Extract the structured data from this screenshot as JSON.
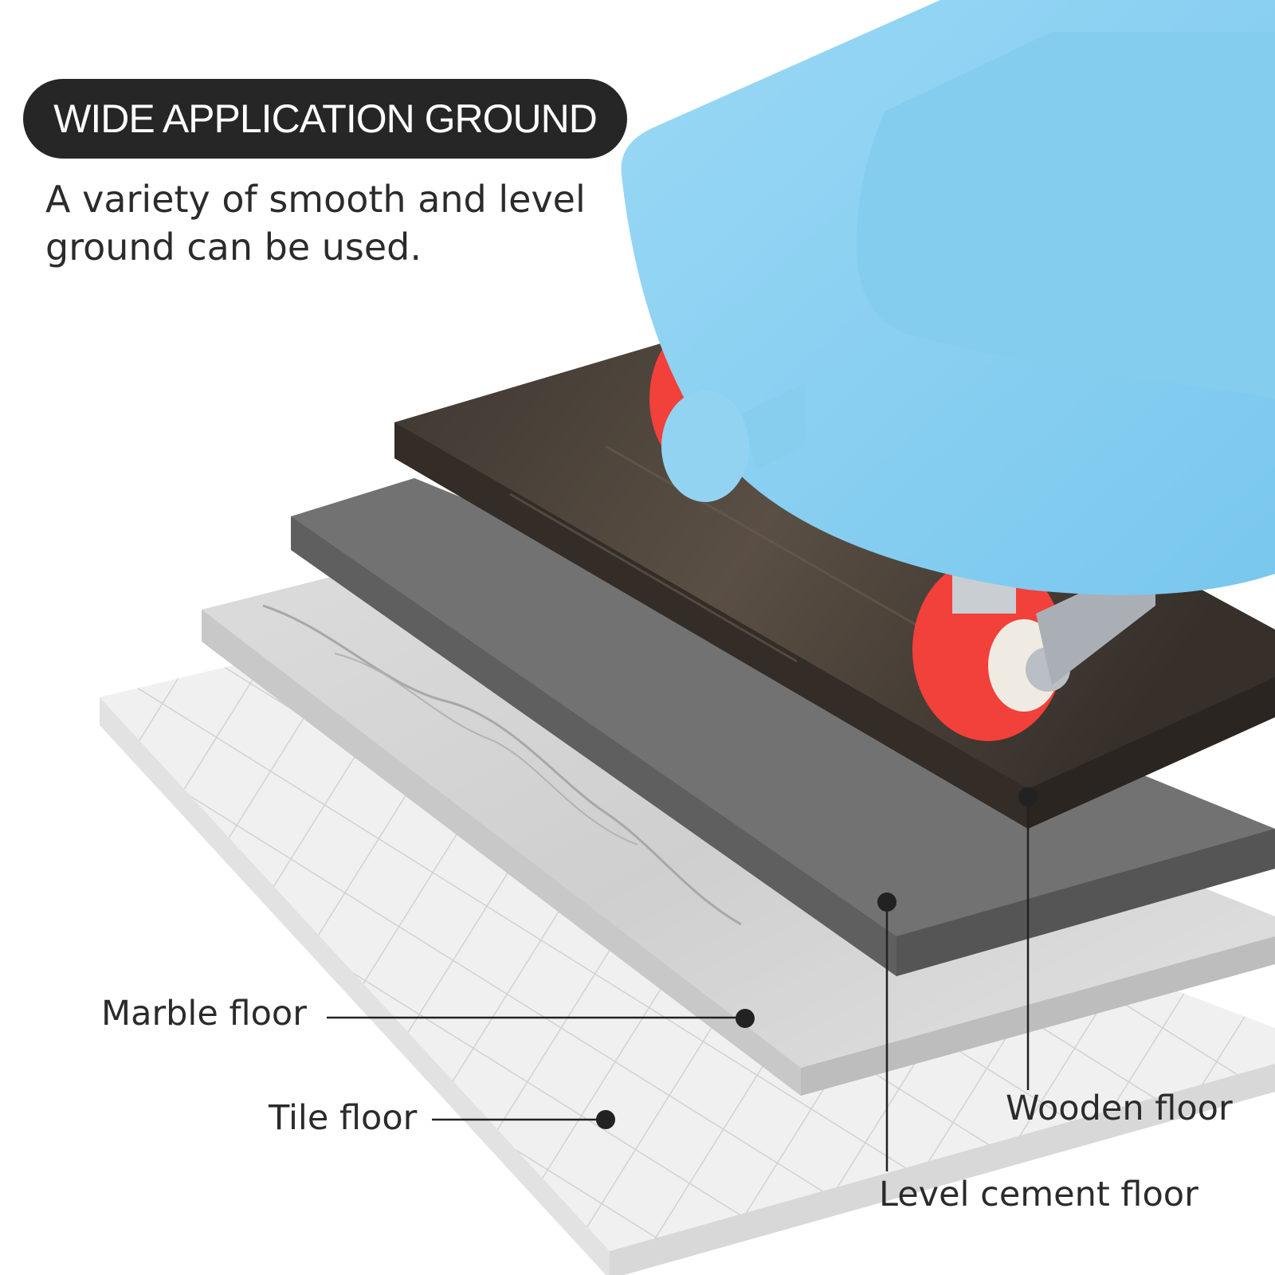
{
  "header": {
    "badge_text": "WIDE APPLICATION GROUND",
    "description": "A variety of smooth and level ground can be used."
  },
  "labels": {
    "marble": "Marble floor",
    "tile": "Tile floor",
    "wooden": "Wooden floor",
    "cement": "Level cement floor"
  },
  "colors": {
    "badge_background": "#262626",
    "dolly_blue": "#8fd1f2",
    "wheel_red": "#f2403a",
    "wood": "#4a4038",
    "cement": "#6e6e6e",
    "marble": "#d5d5d5",
    "tile": "#efefef"
  }
}
